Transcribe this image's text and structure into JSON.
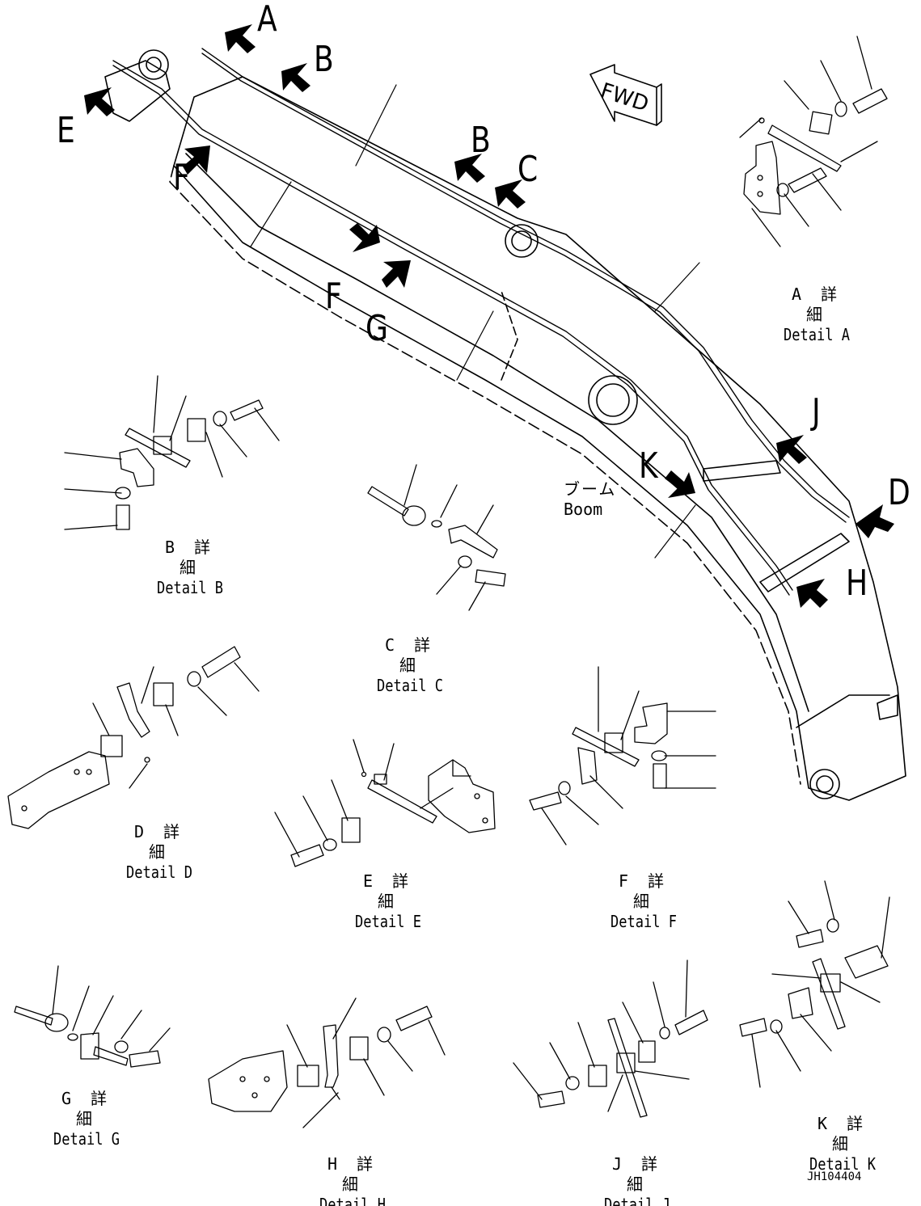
{
  "callouts": {
    "a": "A",
    "b1": "B",
    "b2": "B",
    "c": "C",
    "d": "D",
    "e": "E",
    "f1": "F",
    "f2": "F",
    "g": "G",
    "h": "H",
    "j": "J",
    "k": "K"
  },
  "fwd_label": "FWD",
  "boom": {
    "jp": "ブーム",
    "en": "Boom"
  },
  "details": [
    {
      "jp": "A 詳 細",
      "en": "Detail A"
    },
    {
      "jp": "B 詳 細",
      "en": "Detail B"
    },
    {
      "jp": "C 詳 細",
      "en": "Detail C"
    },
    {
      "jp": "D 詳 細",
      "en": "Detail D"
    },
    {
      "jp": "E 詳 細",
      "en": "Detail E"
    },
    {
      "jp": "F 詳 細",
      "en": "Detail F"
    },
    {
      "jp": "G 詳 細",
      "en": "Detail G"
    },
    {
      "jp": "H 詳 細",
      "en": "Detail H"
    },
    {
      "jp": "J 詳 細",
      "en": "Detail J"
    },
    {
      "jp": "K 詳 細",
      "en": "Detail K"
    }
  ],
  "drawing_code": "JH104404",
  "colors": {
    "ink": "#000000",
    "paper": "#ffffff"
  }
}
